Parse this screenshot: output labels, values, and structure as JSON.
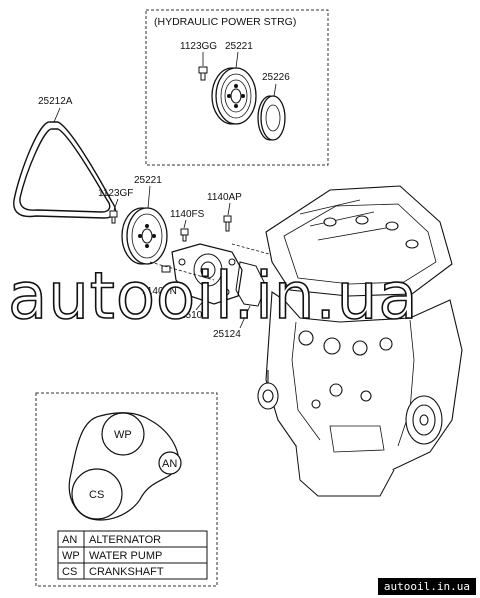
{
  "inset_title": "(HYDRAULIC POWER STRG)",
  "part_labels": {
    "belt": "25212A",
    "bolt_top": "1123GG",
    "pulley_top": "25221",
    "pulley_small": "25226",
    "pulley_main": "25221",
    "bolt_left": "1123GF",
    "bolt_mid": "1140FS",
    "bolt_right": "1140AP",
    "bolt_lower": "1140FN",
    "pump": "25100",
    "gasket": "25124"
  },
  "watermark": "autooil.in.ua",
  "footer_url": "autooil.in.ua",
  "belt_circles": {
    "wp": "WP",
    "an": "AN",
    "cs": "CS"
  },
  "legend": [
    {
      "abbr": "AN",
      "desc": "ALTERNATOR"
    },
    {
      "abbr": "WP",
      "desc": "WATER PUMP"
    },
    {
      "abbr": "CS",
      "desc": "CRANKSHAFT"
    }
  ]
}
